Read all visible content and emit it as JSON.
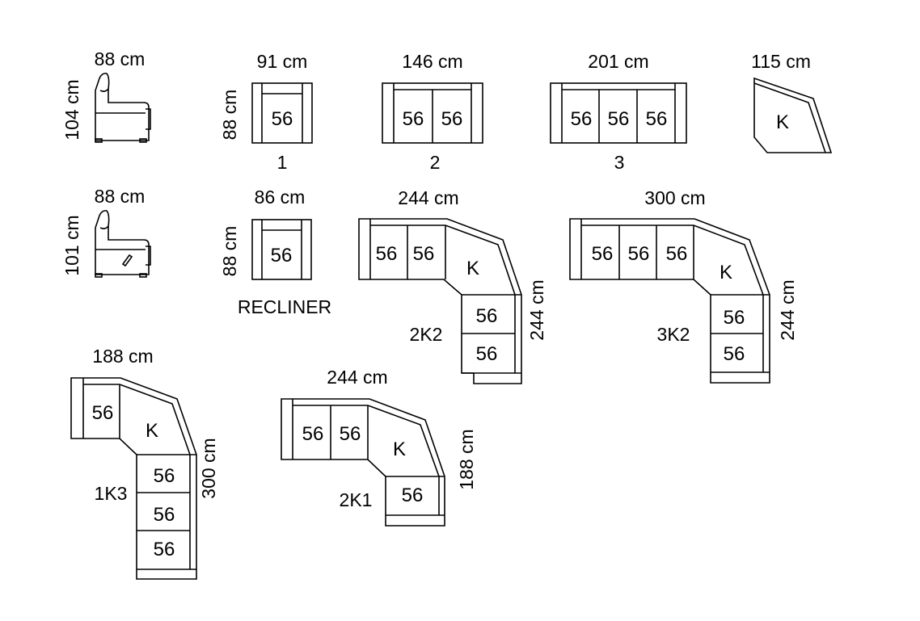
{
  "chair_fixed": {
    "width": "88 cm",
    "height": "104 cm"
  },
  "chair_recliner": {
    "width": "88 cm",
    "height": "101 cm"
  },
  "sofa_1": {
    "width": "91 cm",
    "depth": "88 cm",
    "seat": "56",
    "caption": "1"
  },
  "sofa_2": {
    "width": "146 cm",
    "seats": [
      "56",
      "56"
    ],
    "caption": "2"
  },
  "sofa_3": {
    "width": "201 cm",
    "seats": [
      "56",
      "56",
      "56"
    ],
    "caption": "3"
  },
  "corner": {
    "width": "115 cm",
    "label": "K"
  },
  "recliner": {
    "width": "86 cm",
    "depth": "88 cm",
    "seat": "56",
    "caption": "RECLINER"
  },
  "set_2K2": {
    "width": "244 cm",
    "depth": "244 cm",
    "top_seats": [
      "56",
      "56"
    ],
    "corner": "K",
    "side_seats": [
      "56",
      "56"
    ],
    "caption": "2K2"
  },
  "set_3K2": {
    "width": "300 cm",
    "depth": "244 cm",
    "top_seats": [
      "56",
      "56",
      "56"
    ],
    "corner": "K",
    "side_seats": [
      "56",
      "56"
    ],
    "caption": "3K2"
  },
  "set_1K3": {
    "width": "188 cm",
    "depth": "300 cm",
    "top_seats": [
      "56"
    ],
    "corner": "K",
    "side_seats": [
      "56",
      "56",
      "56"
    ],
    "caption": "1K3"
  },
  "set_2K1": {
    "width": "244 cm",
    "depth": "188 cm",
    "top_seats": [
      "56",
      "56"
    ],
    "corner": "K",
    "side_seats": [
      "56"
    ],
    "caption": "2K1"
  }
}
